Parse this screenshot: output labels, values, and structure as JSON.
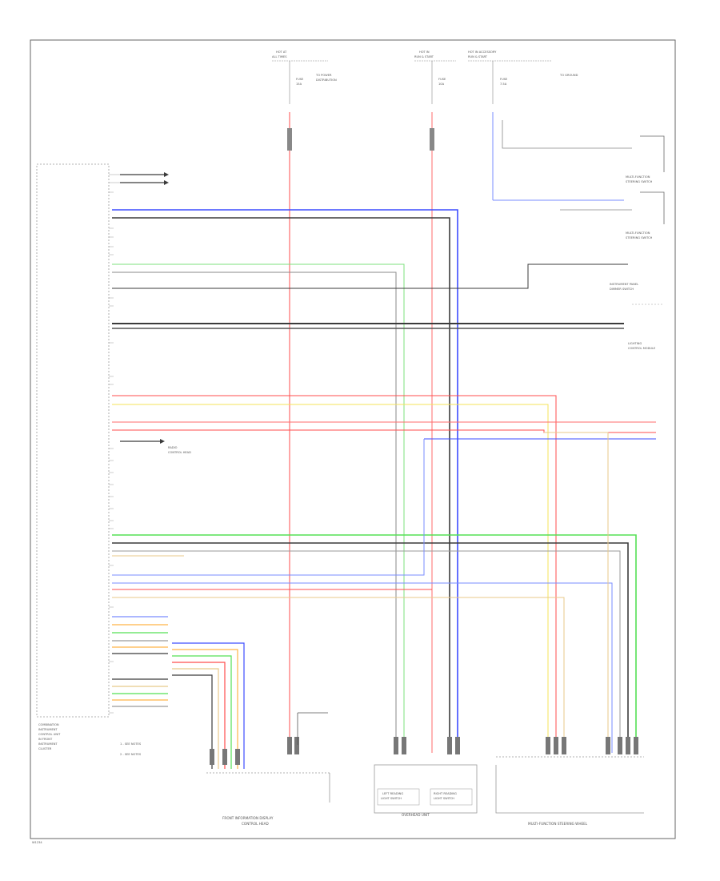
{
  "diagram": {
    "footer_code": "W1234",
    "modules": {
      "main": [
        "COMBINATION",
        "INSTRUMENT",
        "CONTROL UNIT",
        "IN FRONT",
        "INSTRUMENT",
        "CLUSTER"
      ],
      "front_info": [
        "FRONT INFORMATION DISPLAY",
        "CONTROL HEAD"
      ],
      "overhead": "OVERHEAD UNIT",
      "multi_wheel": "MULTI-FUNCTION STEERING WHEEL",
      "left_reading": [
        "LEFT READING",
        "LIGHT SWITCH"
      ],
      "right_reading": [
        "RIGHT READING",
        "LIGHT SWITCH"
      ],
      "multi_switch_left": [
        "MULTI-FUNCTION",
        "STEERING SWITCH"
      ],
      "multi_switch_right": [
        "MULTI-FUNCTION",
        "STEERING SWITCH"
      ],
      "dimmer": [
        "INSTRUMENT PANEL",
        "DIMMER SWITCH"
      ],
      "lighting": [
        "LIGHTING",
        "CONTROL MODULE"
      ],
      "radio": [
        "RADIO",
        "CONTROL HEAD"
      ]
    },
    "feeds": [
      {
        "top": [
          "HOT AT",
          "ALL TIMES"
        ],
        "fuse": [
          "FUSE",
          "15A"
        ]
      },
      {
        "top": [
          "HOT IN",
          "RUN & START"
        ],
        "fuse": [
          "FUSE",
          "10A"
        ]
      },
      {
        "top": [
          "HOT IN ACCESSORY",
          "RUN & START"
        ],
        "fuse": [
          "FUSE",
          "7.5A"
        ]
      }
    ],
    "notes": [
      "TO POWER",
      "DISTRIBUTION",
      "TO GROUND"
    ],
    "legend": [
      "1 - SEE NOTES",
      "2 - SEE NOTES"
    ],
    "wire_colors": {
      "red": "#ff4d4d",
      "yellow": "#f5e35a",
      "blue": "#3d4dff",
      "green": "#55e055",
      "black": "#3b3b3b",
      "gray": "#9a9a9a",
      "orange": "#ffb347",
      "tan": "#e8c98a",
      "light_blue": "#7a8cff"
    }
  }
}
